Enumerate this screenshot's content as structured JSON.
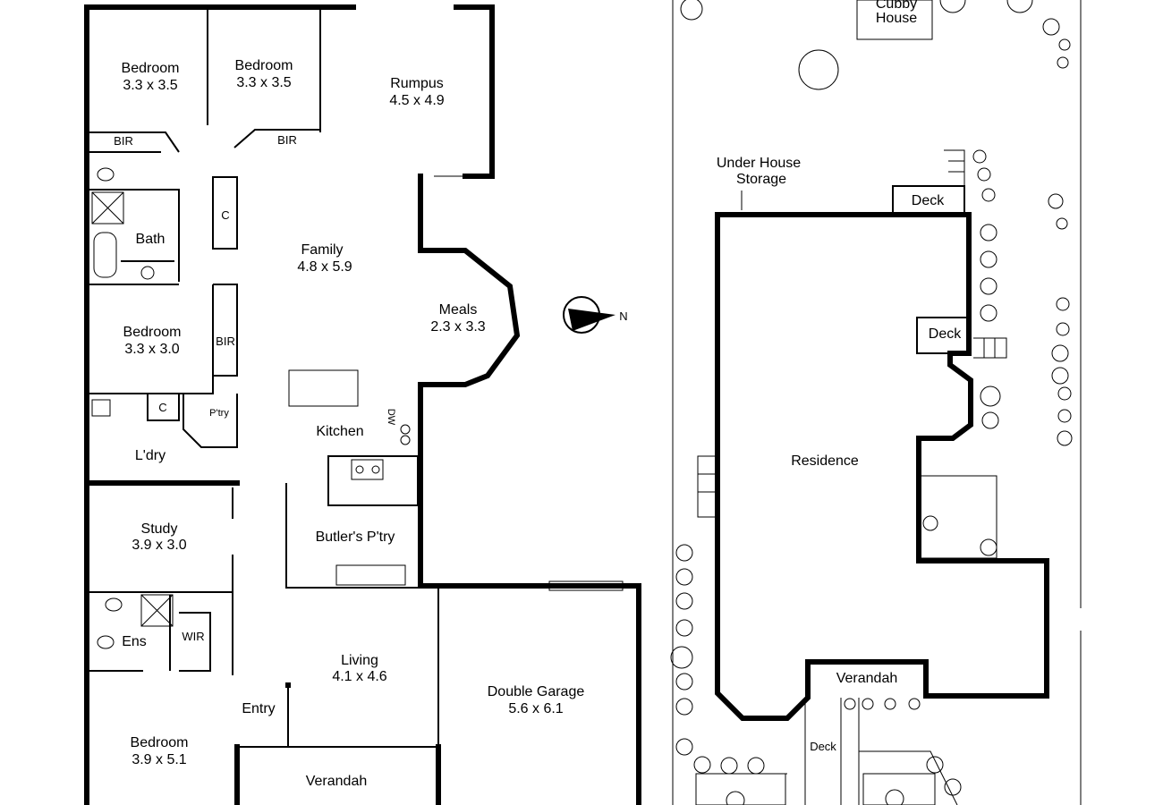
{
  "floor_plan": {
    "rooms": [
      {
        "id": "bed1",
        "name": "Bedroom",
        "dims": "3.3 x 3.5"
      },
      {
        "id": "bed2",
        "name": "Bedroom",
        "dims": "3.3 x 3.5"
      },
      {
        "id": "rumpus",
        "name": "Rumpus",
        "dims": "4.5 x 4.9"
      },
      {
        "id": "family",
        "name": "Family",
        "dims": "4.8 x 5.9"
      },
      {
        "id": "meals",
        "name": "Meals",
        "dims": "2.3 x 3.3"
      },
      {
        "id": "bed3",
        "name": "Bedroom",
        "dims": "3.3 x 3.0"
      },
      {
        "id": "study",
        "name": "Study",
        "dims": "3.9 x 3.0"
      },
      {
        "id": "living",
        "name": "Living",
        "dims": "4.1 x 4.6"
      },
      {
        "id": "garage",
        "name": "Double Garage",
        "dims": "5.6 x 6.1"
      },
      {
        "id": "bed4",
        "name": "Bedroom",
        "dims": "3.9 x 5.1"
      }
    ],
    "labels": {
      "bir": "BIR",
      "cupboard": "C",
      "bath": "Bath",
      "pantry": "P'try",
      "kitchen": "Kitchen",
      "laundry": "L'dry",
      "dishwasher": "DW",
      "butlers": "Butler's P'try",
      "ensuite": "Ens",
      "wir": "WIR",
      "entry": "Entry",
      "verandah": "Verandah"
    },
    "compass": "N"
  },
  "site_plan": {
    "labels": {
      "cubby": "Cubby House",
      "storage": "Under House Storage",
      "deck": "Deck",
      "residence": "Residence",
      "verandah": "Verandah"
    }
  }
}
